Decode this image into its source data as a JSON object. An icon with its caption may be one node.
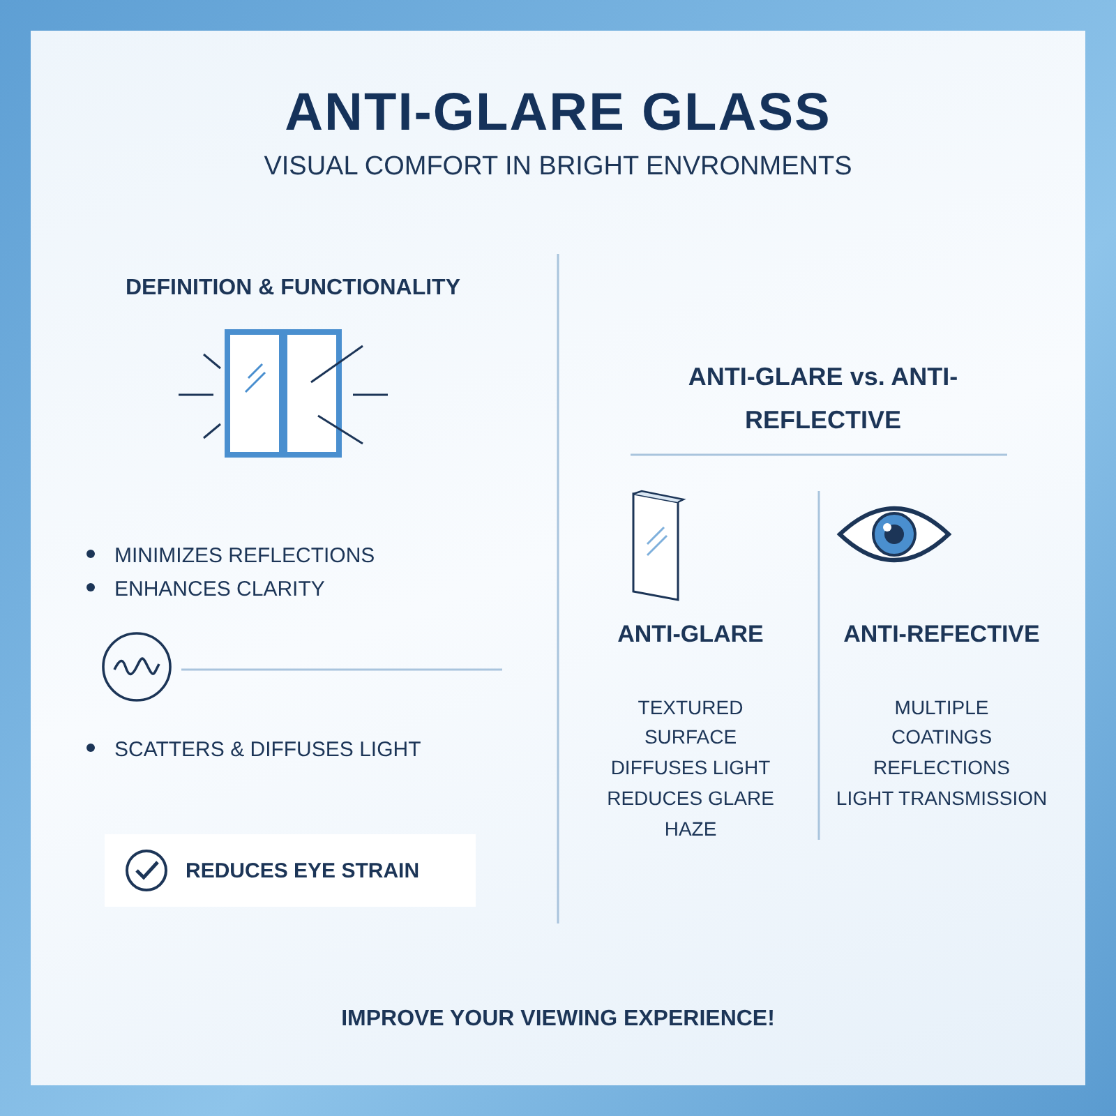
{
  "diagram": {
    "title": "ANTI-GLARE GLASS",
    "caption": "IMPROVE YOUR VIEWING EXPERIENCE!",
    "nodes": [
      {
        "text": [
          "REDUCES EYE STRAIN"
        ]
      }
    ],
    "labels": [
      "VISUAL COMFORT IN BRIGHT ENVRONMENTS",
      "DEFINITION & FUNCTIONALITY",
      "MINIMIZES REFLECTIONS",
      "ENHANCES CLARITY",
      "SCATTERS & DIFFUSES LIGHT",
      "ANTI-GLARE vs. ANTI-REFLECTIVE",
      "ANTI-GLARE",
      "TEXTURED SURFACE",
      "DIFFUSES LIGHT",
      "REDUCES GLARE",
      "HAZE",
      "ANTI-REFECTIVE",
      "MULTIPLE COATINGS",
      "REFLECTIONS",
      "LIGHT TRANSMISSION"
    ]
  }
}
